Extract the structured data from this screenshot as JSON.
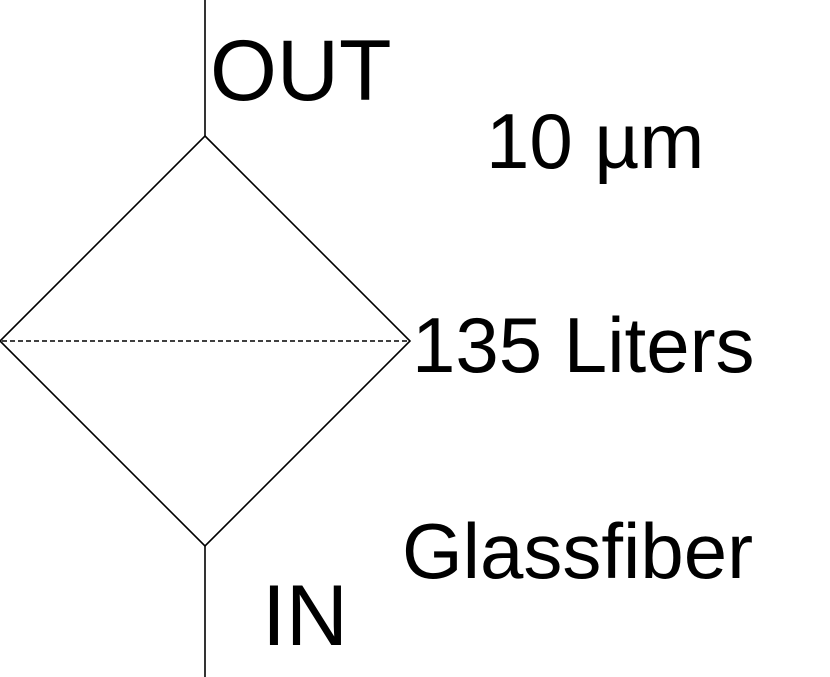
{
  "labels": {
    "outlet": "OUT",
    "inlet": "IN",
    "pore_size": "10 µm",
    "capacity": "135 Liters",
    "material": "Glassfiber"
  },
  "colors": {
    "stroke": "#000000",
    "background": "#ffffff"
  }
}
